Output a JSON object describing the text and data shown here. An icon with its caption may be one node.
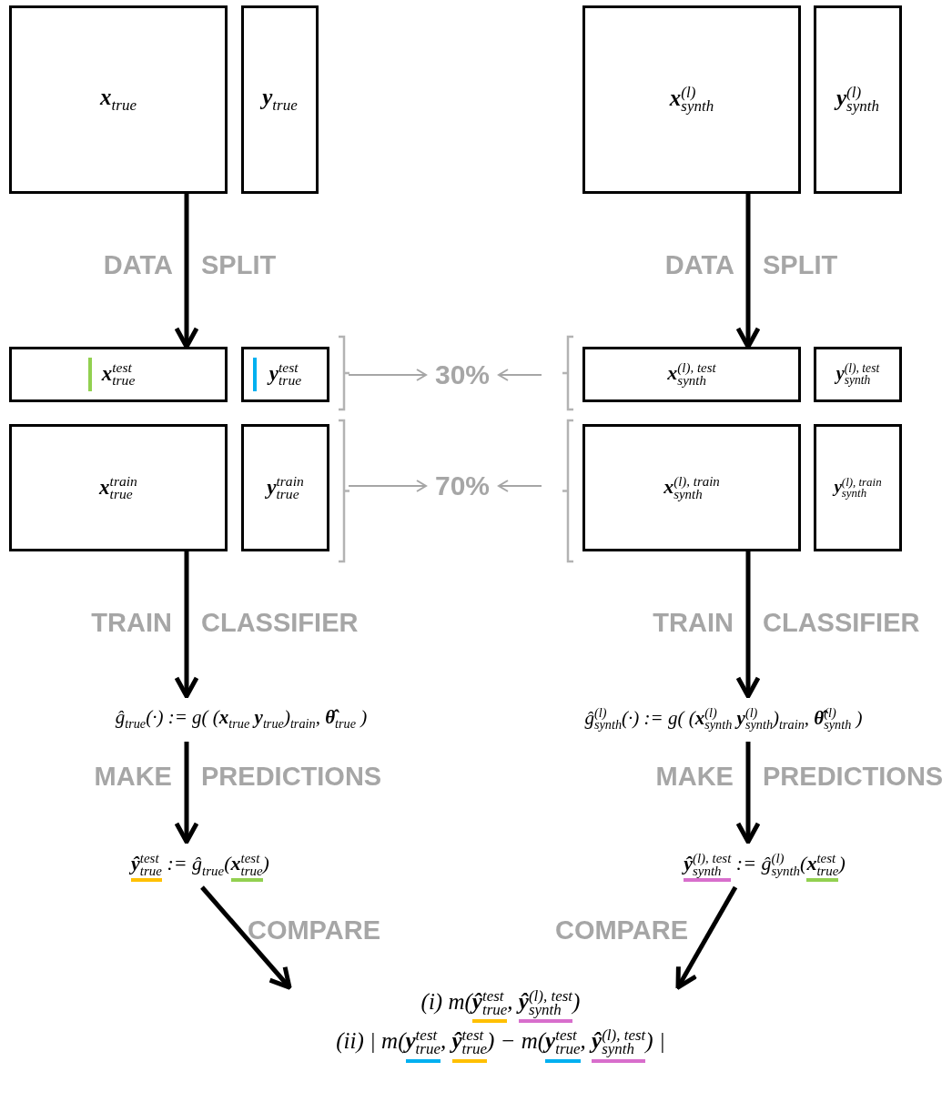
{
  "diagram": {
    "nodes": [
      {
        "text": [
          "**x**$_{true}$"
        ]
      },
      {
        "text": [
          "**y**$_{true}$"
        ]
      },
      {
        "text": [
          "**x**$_{synth}$$^{(l)}$"
        ]
      },
      {
        "text": [
          "**y**$_{synth}$$^{(l)}$"
        ]
      },
      {
        "text": [
          "**x**$_{true}$$^{test}$"
        ]
      },
      {
        "text": [
          "**y**$_{true}$$^{test}$"
        ]
      },
      {
        "text": [
          "**x**$_{synth}$$^{(l), test}$"
        ]
      },
      {
        "text": [
          "**y**$_{synth}$$^{(l), test}$"
        ]
      },
      {
        "text": [
          "**x**$_{true}$$^{train}$"
        ]
      },
      {
        "text": [
          "**y**$_{true}$$^{train}$"
        ]
      },
      {
        "text": [
          "**x**$_{synth}$$^{(l), train}$"
        ]
      },
      {
        "text": [
          "**y**$_{synth}$$^{(l), train}$"
        ]
      },
      {
        "text": [
          "ĝ$_{true}$(·) := g( (**x**$_{true}$ **y**$_{true}$)$_{train}$, **θ̂**$_{true}$ )"
        ]
      },
      {
        "text": [
          "ĝ$_{synth}$$^{(l)}$(·) := g( (**x**$_{synth}$$^{(l)}$ **y**$_{synth}$$^{(l)}$)$_{train}$, **θ̂**$_{synth}$$^{(l)}$ )"
        ]
      },
      {
        "text": [
          "**ŷ**$_{true}$$^{test}$ := ĝ$_{true}$(**x**$_{true}$$^{test}$)"
        ]
      },
      {
        "text": [
          "**ŷ**$_{synth}$$^{(l), test}$ := ĝ$_{synth}$$^{(l)}$(**x**$_{true}$$^{test}$)"
        ]
      },
      {
        "text": [
          "(i) m(**ŷ**$_{true}$$^{test}$, **ŷ**$_{synth}$$^{(l), test}$)",
          "(ii) | m(**y**$_{true}$$^{test}$, **ŷ**$_{true}$$^{test}$) − m(**y**$_{true}$$^{test}$, **ŷ**$_{synth}$$^{(l), test}$) |"
        ]
      },
      {
        "text": [
          "30%"
        ]
      },
      {
        "text": [
          "70%"
        ]
      }
    ],
    "edges": [
      {
        "from": 0,
        "to": 4,
        "arrow": "to",
        "label": "DATA SPLIT"
      },
      {
        "from": 2,
        "to": 6,
        "arrow": "to",
        "label": "DATA SPLIT"
      },
      {
        "from": null,
        "to": 17,
        "arrow": "to",
        "color": "#a6a6a6"
      },
      {
        "from": null,
        "to": 17,
        "arrow": "to",
        "color": "#a6a6a6"
      },
      {
        "from": null,
        "to": 18,
        "arrow": "to",
        "color": "#a6a6a6"
      },
      {
        "from": null,
        "to": 18,
        "arrow": "to",
        "color": "#a6a6a6"
      },
      {
        "from": 8,
        "to": 12,
        "arrow": "to",
        "label": "TRAIN CLASSIFIER"
      },
      {
        "from": 10,
        "to": 13,
        "arrow": "to",
        "label": "TRAIN CLASSIFIER"
      },
      {
        "from": 12,
        "to": 14,
        "arrow": "to",
        "label": "MAKE PREDICTIONS"
      },
      {
        "from": 13,
        "to": 15,
        "arrow": "to",
        "label": "MAKE PREDICTIONS"
      },
      {
        "from": 14,
        "to": 16,
        "arrow": "to",
        "label": "COMPARE"
      },
      {
        "from": 15,
        "to": 16,
        "arrow": "to",
        "label": "COMPARE"
      }
    ]
  }
}
